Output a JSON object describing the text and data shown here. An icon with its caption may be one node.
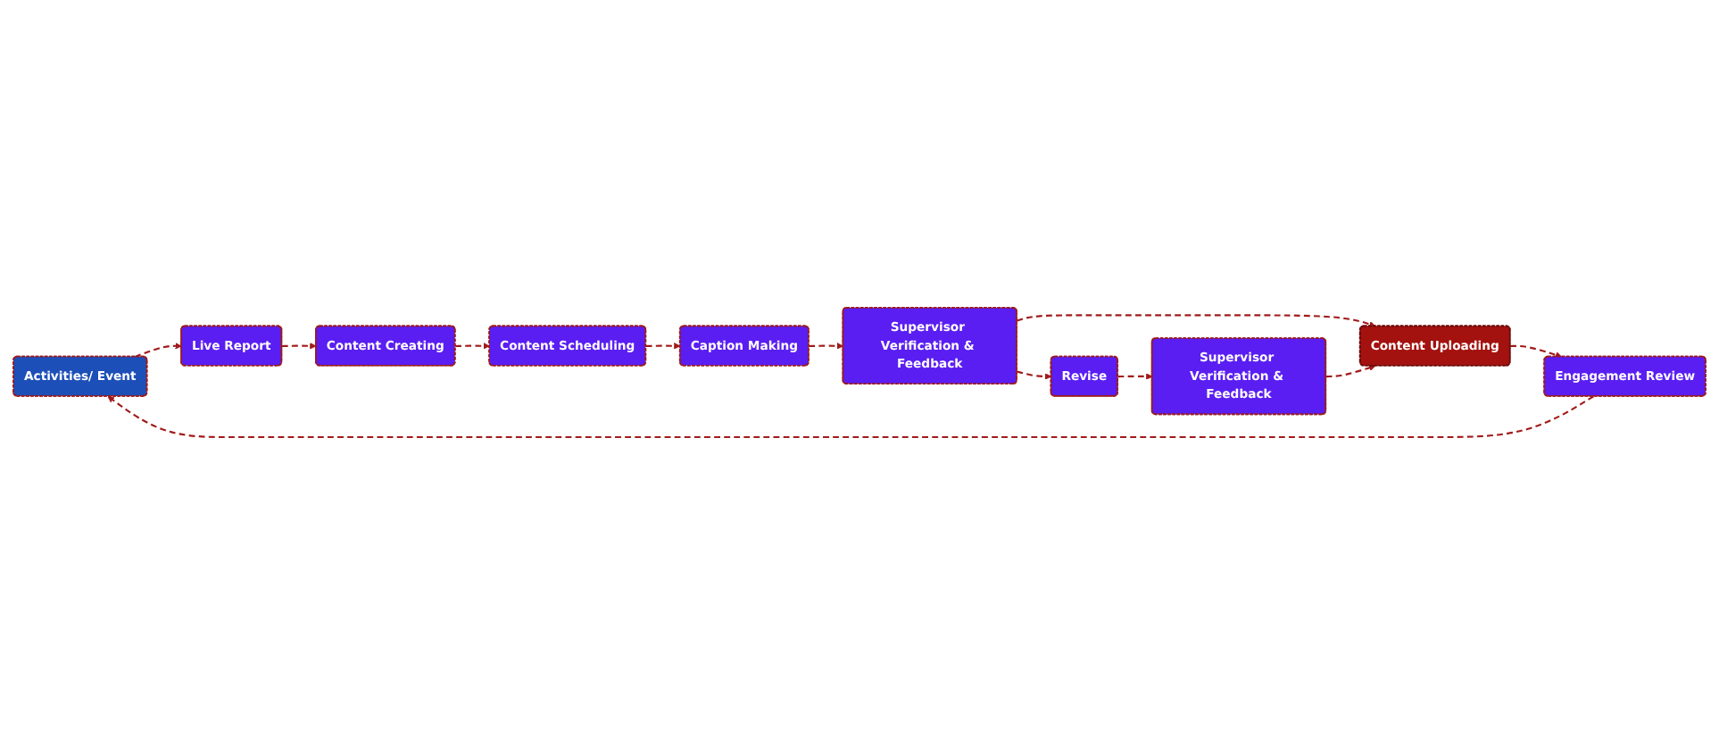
{
  "diagram": {
    "nodes": [
      {
        "text": [
          "Activities/ Event"
        ]
      },
      {
        "text": [
          "Live Report"
        ]
      },
      {
        "text": [
          "Content Creating"
        ]
      },
      {
        "text": [
          "Content Scheduling"
        ]
      },
      {
        "text": [
          "Caption Making"
        ]
      },
      {
        "text": [
          "Supervisor Verification & Feedback"
        ]
      },
      {
        "text": [
          "Revise"
        ]
      },
      {
        "text": [
          "Supervisor Verification & Feedback"
        ]
      },
      {
        "text": [
          "Content Uploading"
        ]
      },
      {
        "text": [
          "Engagement Review"
        ]
      }
    ],
    "edges": [
      {
        "from": 0,
        "to": 1,
        "arrow": "to",
        "style": "dashed"
      },
      {
        "from": 1,
        "to": 2,
        "arrow": "to",
        "style": "dashed"
      },
      {
        "from": 2,
        "to": 3,
        "arrow": "to",
        "style": "dashed"
      },
      {
        "from": 3,
        "to": 4,
        "arrow": "to",
        "style": "dashed"
      },
      {
        "from": 4,
        "to": 5,
        "arrow": "to",
        "style": "dashed"
      },
      {
        "from": 5,
        "to": 8,
        "arrow": "to",
        "style": "dashed"
      },
      {
        "from": 5,
        "to": 6,
        "arrow": "to",
        "style": "dashed"
      },
      {
        "from": 6,
        "to": 7,
        "arrow": "to",
        "style": "dashed"
      },
      {
        "from": 7,
        "to": 8,
        "arrow": "to",
        "style": "dashed"
      },
      {
        "from": 8,
        "to": 9,
        "arrow": "to",
        "style": "dashed"
      },
      {
        "from": 9,
        "to": 0,
        "arrow": "to",
        "style": "dashed"
      }
    ]
  }
}
